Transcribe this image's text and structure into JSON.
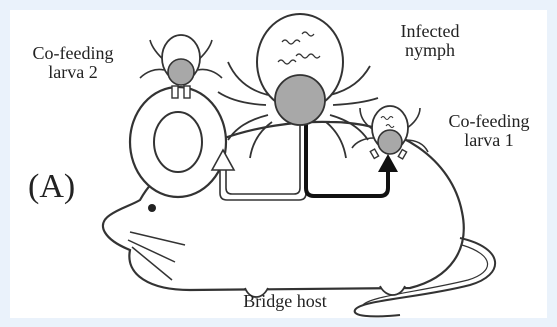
{
  "labels": {
    "panel": "(A)",
    "larva2_line1": "Co-feeding",
    "larva2_line2": "larva 2",
    "nymph_line1": "Infected",
    "nymph_line2": "nymph",
    "larva1_line1": "Co-feeding",
    "larva1_line2": "larva 1",
    "host": "Bridge host"
  },
  "colors": {
    "background": "#eaf2fb",
    "panel": "#ffffff",
    "outline": "#333333",
    "tick_abdomen": "#a8a8a8"
  }
}
